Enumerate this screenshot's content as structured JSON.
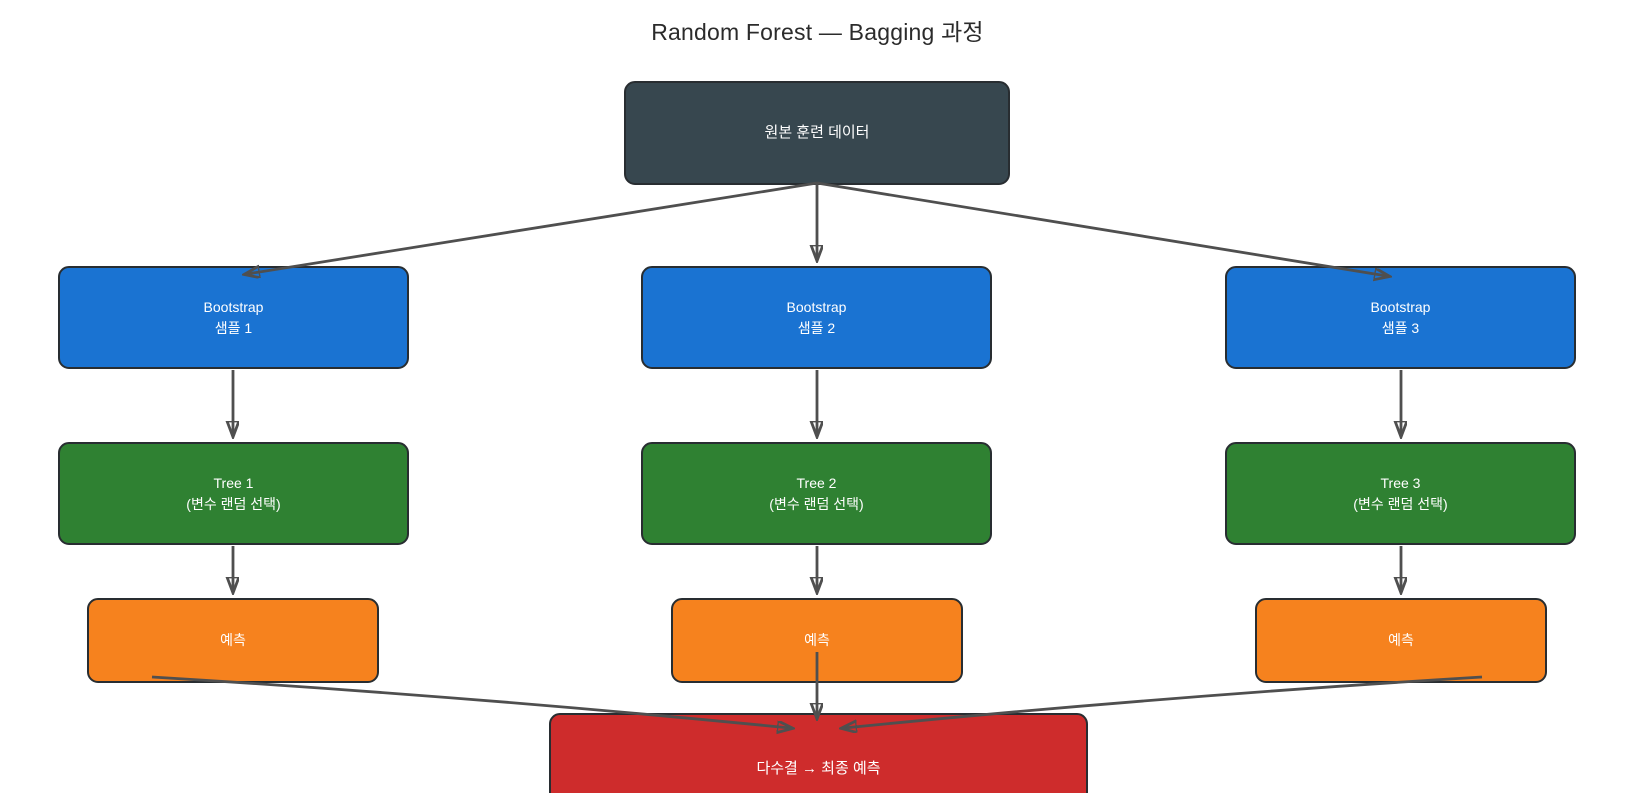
{
  "title": "Random Forest — Bagging 과정",
  "colors": {
    "root_box": "#37474F",
    "bootstrap_box": "#1A73D2",
    "tree_box": "#2F8132",
    "prediction_box": "#F6821E",
    "final_box": "#CE2C2C",
    "box_border": "#282D31",
    "arrow": "#4F4F4F",
    "title_text": "#2B2B2B",
    "node_text": "#FFFFFF",
    "background": "#FFFFFF"
  },
  "nodes": {
    "root": {
      "label": "원본 훈련 데이터"
    },
    "bootstrap": [
      {
        "line1": "Bootstrap",
        "line2": "샘플 1"
      },
      {
        "line1": "Bootstrap",
        "line2": "샘플 2"
      },
      {
        "line1": "Bootstrap",
        "line2": "샘플 3"
      }
    ],
    "trees": [
      {
        "line1": "Tree 1",
        "line2": "(변수 랜덤 선택)"
      },
      {
        "line1": "Tree 2",
        "line2": "(변수 랜덤 선택)"
      },
      {
        "line1": "Tree 3",
        "line2": "(변수 랜덤 선택)"
      }
    ],
    "predictions": [
      {
        "label": "예측"
      },
      {
        "label": "예측"
      },
      {
        "label": "예측"
      }
    ],
    "final": {
      "label": "다수결 → 최종 예측"
    }
  }
}
